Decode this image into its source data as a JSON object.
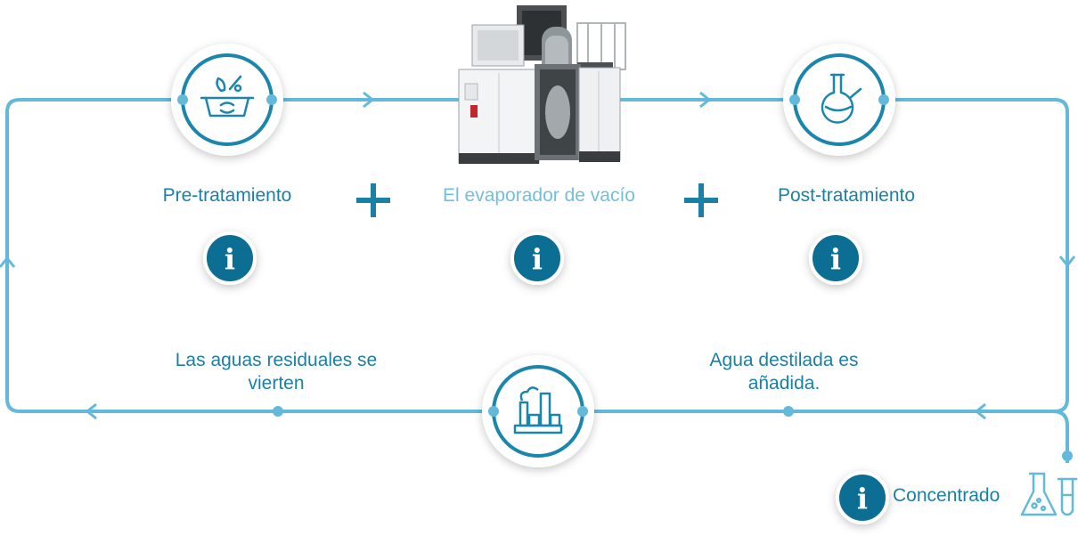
{
  "steps": {
    "pre_treatment": "Pre-tratamiento",
    "evaporator": "El evaporador de vacío",
    "post_treatment": "Post-tratamiento"
  },
  "flows": {
    "discharge": "Las aguas residuales se vierten",
    "distilled": "Agua destilada es añadida."
  },
  "output": {
    "concentrate": "Concentrado"
  },
  "info_glyph": "i",
  "colors": {
    "line": "#63b9dc",
    "primary": "#1b80a6",
    "dark": "#0f6e93",
    "light_text": "#73bfd9",
    "node_stroke": "#1a86ad"
  }
}
